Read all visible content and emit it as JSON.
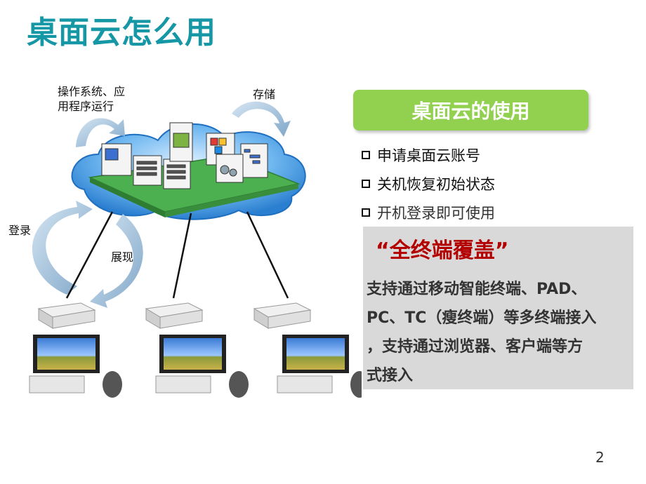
{
  "title": "桌面云怎么用",
  "diagram": {
    "label_os": "操作系统、应",
    "label_os2": "用程序运行",
    "label_storage": "存储",
    "label_login": "登录",
    "label_display": "展现"
  },
  "usage": {
    "header": "桌面云的使用",
    "items": [
      "申请桌面云账号",
      "关机恢复初始状态",
      "开机登录即可使用"
    ]
  },
  "feature": {
    "quote": "“全终端覆盖”",
    "lines": [
      "支持通过移动智能终端、PAD、",
      "PC、TC（瘦终端）等多终端接入",
      "，支持通过浏览器、客户端等方",
      "式接入"
    ]
  },
  "page_number": "2",
  "colors": {
    "title": "#1597a5",
    "header_bg": "#92d050",
    "quote": "#b30000",
    "panel_bg": "#d9d9d9"
  }
}
